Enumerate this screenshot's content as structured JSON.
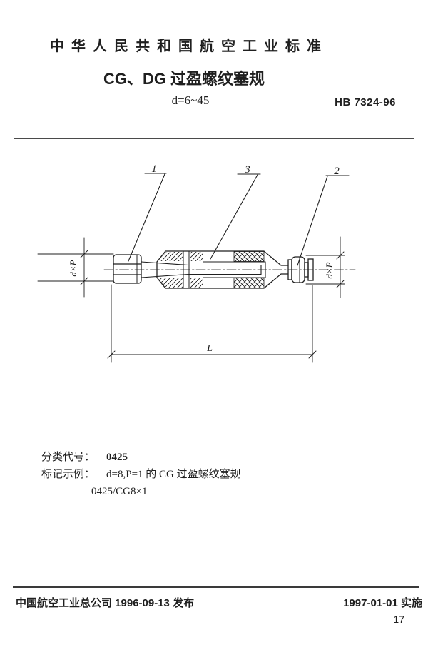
{
  "page": {
    "standard_name": "中华人民共和国航空工业标准",
    "title": "CG、DG 过盈螺纹塞规",
    "diameter_range": "d=6~45",
    "standard_number": "HB 7324-96"
  },
  "drawing": {
    "part_labels": [
      "1",
      "3",
      "2"
    ],
    "dim_thread_left": "d×P",
    "dim_thread_right": "d×P",
    "dim_length": "L"
  },
  "notes": {
    "class_label": "分类代号：",
    "class_code": "0425",
    "example_label": "标记示例：",
    "example_text": "d=8,P=1 的 CG 过盈螺纹塞规",
    "example_designation": "0425/CG8×1"
  },
  "footer": {
    "issued": "中国航空工业总公司 1996-09-13 发布",
    "effective": "1997-01-01 实施",
    "page_number": "17"
  },
  "colors": {
    "ink": "#1f1f1f",
    "paper": "#ffffff"
  }
}
